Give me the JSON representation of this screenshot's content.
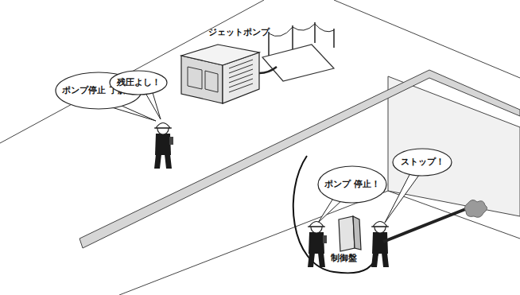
{
  "diagram": {
    "nodes": [
      {
        "text": [
          "ポンプ停止 了解！"
        ]
      },
      {
        "text": [
          "残圧よし！"
        ]
      },
      {
        "text": [
          "ポンプ 停止！"
        ]
      },
      {
        "text": [
          "ストップ！"
        ]
      }
    ],
    "labels": [
      "ジェットポンプ",
      "制御盤"
    ]
  }
}
